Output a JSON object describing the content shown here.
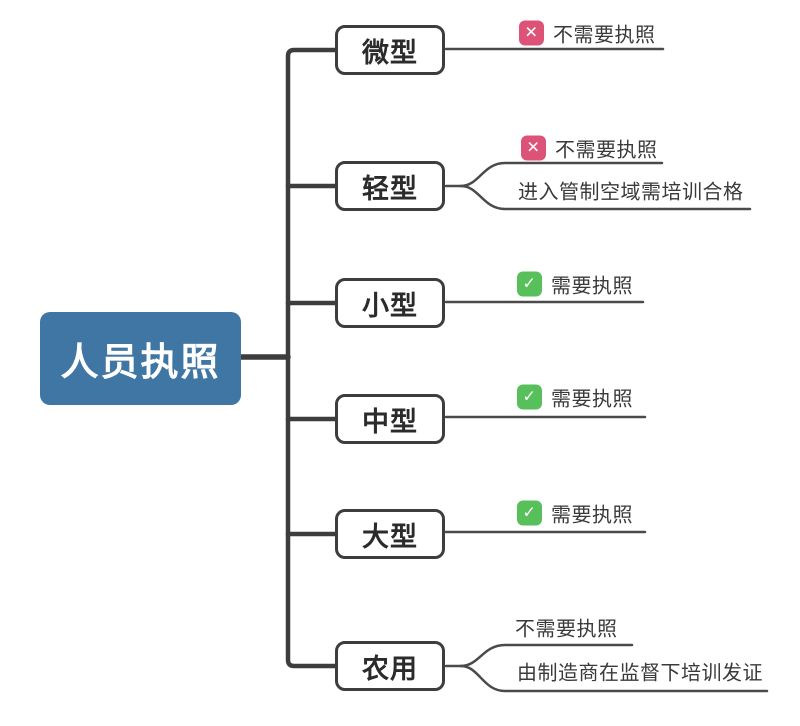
{
  "root": {
    "label": "人员执照"
  },
  "branches": [
    {
      "label": "微型",
      "leaves": [
        {
          "icon": "cross",
          "text": "不需要执照"
        }
      ]
    },
    {
      "label": "轻型",
      "leaves": [
        {
          "icon": "cross",
          "text": "不需要执照"
        },
        {
          "icon": "none",
          "text": "进入管制空域需培训合格"
        }
      ]
    },
    {
      "label": "小型",
      "leaves": [
        {
          "icon": "check",
          "text": "需要执照"
        }
      ]
    },
    {
      "label": "中型",
      "leaves": [
        {
          "icon": "check",
          "text": "需要执照"
        }
      ]
    },
    {
      "label": "大型",
      "leaves": [
        {
          "icon": "check",
          "text": "需要执照"
        }
      ]
    },
    {
      "label": "农用",
      "leaves": [
        {
          "icon": "none",
          "text": "不需要执照"
        },
        {
          "icon": "none",
          "text": "由制造商在监督下培训发证"
        }
      ]
    }
  ],
  "icons": {
    "cross_glyph": "✕",
    "check_glyph": "✓"
  },
  "colors": {
    "background": "#FFFFFF",
    "root_fill": "#4076A4",
    "root_text": "#FFFFFF",
    "branch_line": "#3D3D3D",
    "leaf_line": "#4A4A4A",
    "box_border": "#3D3D3D",
    "box_text": "#2B2B2B",
    "leaf_text": "#3A3A3A",
    "cross_icon_fill": "#DC5377",
    "check_icon_fill": "#57C05B"
  }
}
